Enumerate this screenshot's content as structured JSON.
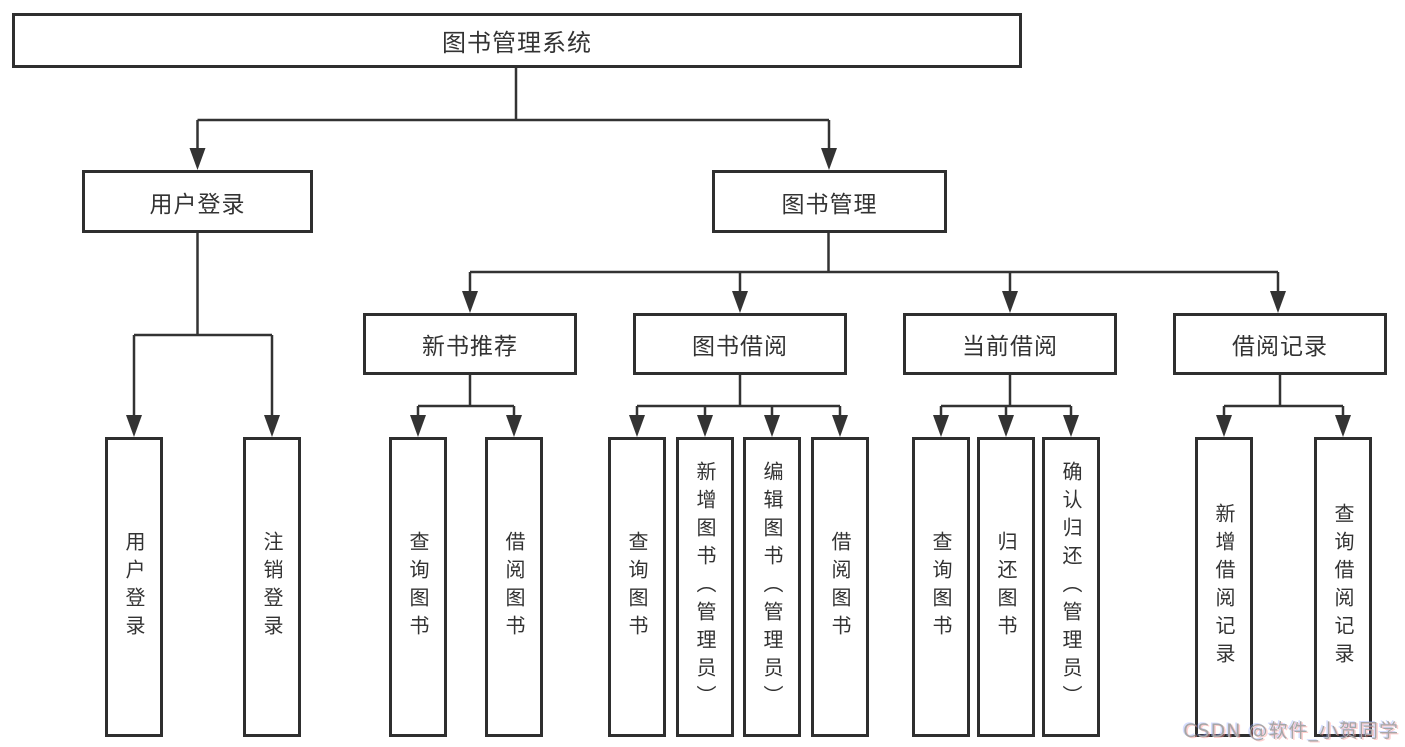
{
  "diagram": {
    "root": {
      "label": "图书管理系统"
    },
    "branches": [
      {
        "label": "用户登录",
        "children": [
          {
            "label": "用户登录"
          },
          {
            "label": "注销登录"
          }
        ]
      },
      {
        "label": "图书管理",
        "children": [
          {
            "label": "新书推荐",
            "children": [
              {
                "label": "查询图书"
              },
              {
                "label": "借阅图书"
              }
            ]
          },
          {
            "label": "图书借阅",
            "children": [
              {
                "label": "查询图书"
              },
              {
                "label": "新增图书（管理员）"
              },
              {
                "label": "编辑图书（管理员）"
              },
              {
                "label": "借阅图书"
              }
            ]
          },
          {
            "label": "当前借阅",
            "children": [
              {
                "label": "查询图书"
              },
              {
                "label": "归还图书"
              },
              {
                "label": "确认归还（管理员）"
              }
            ]
          },
          {
            "label": "借阅记录",
            "children": [
              {
                "label": "新增借阅记录"
              },
              {
                "label": "查询借阅记录"
              }
            ]
          }
        ]
      }
    ]
  },
  "watermark": {
    "text": "CSDN @软件_小贺同学"
  },
  "colors": {
    "line": "#333333",
    "box_border": "#2f2f2f",
    "text": "#333333",
    "background": "#ffffff",
    "watermark": "#a6a6a6"
  }
}
